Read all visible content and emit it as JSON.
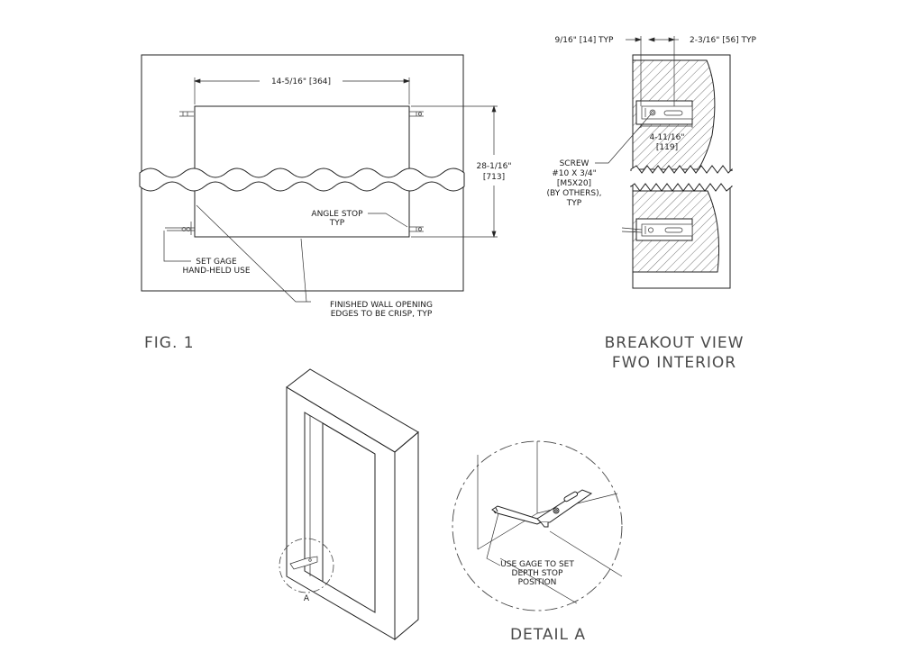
{
  "fig1": {
    "title": "FIG. 1",
    "width_dim": "14-5/16\" [364]",
    "height_dim_in": "28-1/16\"",
    "height_dim_mm": "[713]",
    "angle_stop_1": "ANGLE STOP",
    "angle_stop_2": "TYP",
    "set_gage_1": "SET GAGE",
    "set_gage_2": "HAND-HELD USE",
    "finished_1": "FINISHED WALL OPENING",
    "finished_2": "EDGES TO BE CRISP, TYP"
  },
  "breakout": {
    "title_1": "BREAKOUT VIEW",
    "title_2": "FWO INTERIOR",
    "dim_left": "9/16\" [14] TYP",
    "dim_right": "2-3/16\" [56] TYP",
    "dim_depth_in": "4-11/16\"",
    "dim_depth_mm": "[119]",
    "screw_1": "SCREW",
    "screw_2": "#10 X 3/4\"",
    "screw_3": "[M5X20]",
    "screw_4": "(BY OTHERS),",
    "screw_5": "TYP"
  },
  "iso": {
    "detail_marker": "A"
  },
  "detail": {
    "title": "DETAIL A",
    "note_1": "USE GAGE TO SET",
    "note_2": "DEPTH STOP",
    "note_3": "POSITION"
  }
}
